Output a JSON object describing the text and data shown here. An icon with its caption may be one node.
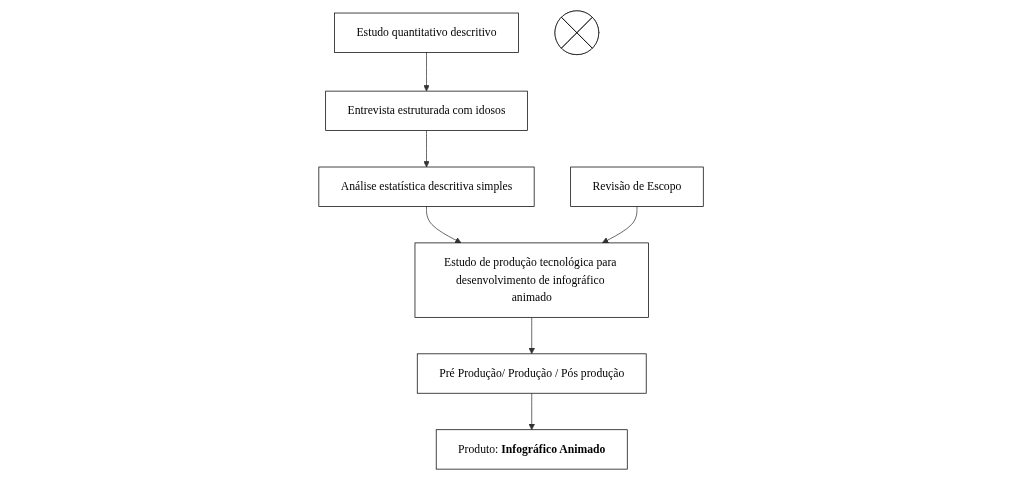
{
  "diagram": {
    "nodes": [
      {
        "text": [
          "Estudo quantitativo descritivo"
        ]
      },
      {
        "text": [],
        "shape": "cross"
      },
      {
        "text": [
          "Revisão de Escopo"
        ]
      },
      {
        "text": [
          "Entrevista estruturada com idosos"
        ]
      },
      {
        "text": [
          "Análise estatística descritiva simples"
        ]
      },
      {
        "text": [
          "Estudo de produção tecnológica para desenvolvimento de infográfico animado"
        ]
      },
      {
        "text": [
          "Pré Produção/ Produção / Pós produção"
        ]
      },
      {
        "text": [
          "Produto: **Infográfico Animado**"
        ]
      }
    ],
    "edges": [
      {
        "from": 0,
        "to": 3,
        "arrow": "to"
      },
      {
        "from": 3,
        "to": 4,
        "arrow": "to"
      },
      {
        "from": 4,
        "to": 5,
        "arrow": "to"
      },
      {
        "from": 2,
        "to": 5,
        "arrow": "to"
      },
      {
        "from": 5,
        "to": 6,
        "arrow": "to"
      },
      {
        "from": 6,
        "to": 7,
        "arrow": "to"
      }
    ]
  }
}
